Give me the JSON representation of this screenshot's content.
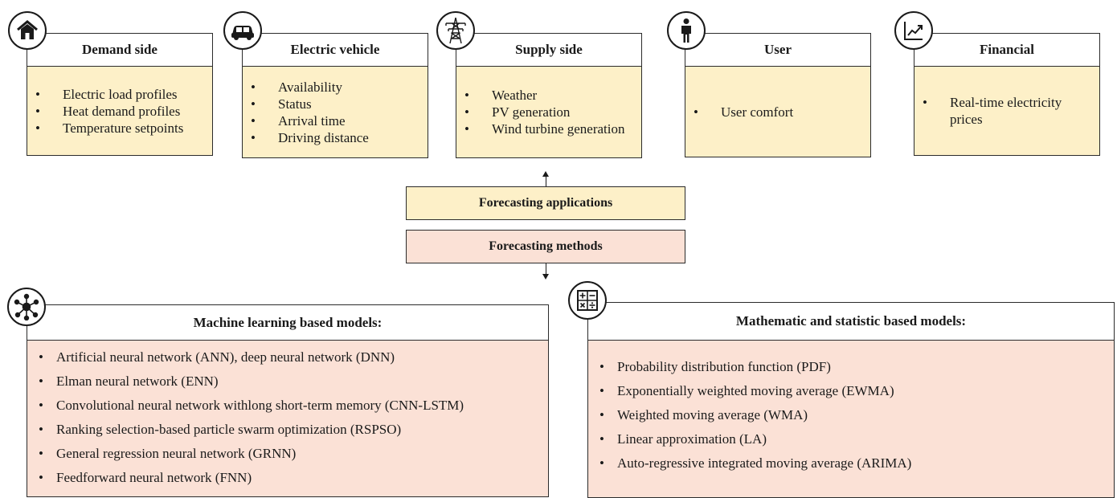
{
  "top_cards": [
    {
      "title": "Demand side",
      "icon": "house-icon",
      "items": [
        "Electric load profiles",
        "Heat demand profiles",
        "Temperature setpoints"
      ]
    },
    {
      "title": "Electric vehicle",
      "icon": "car-icon",
      "items": [
        "Availability",
        "Status",
        "Arrival time",
        "Driving distance"
      ]
    },
    {
      "title": "Supply side",
      "icon": "power-pylon-icon",
      "items": [
        "Weather",
        "PV generation",
        "Wind turbine generation"
      ]
    },
    {
      "title": "User",
      "icon": "person-icon",
      "items": [
        "User comfort"
      ]
    },
    {
      "title": "Financial",
      "icon": "trend-chart-icon",
      "items": [
        "Real-time electricity prices"
      ]
    }
  ],
  "middle": {
    "applications_label": "Forecasting applications",
    "methods_label": "Forecasting methods"
  },
  "bottom_cards": [
    {
      "title": "Machine learning based models:",
      "icon": "network-hub-icon",
      "items": [
        "Artificial neural network (ANN), deep neural network (DNN)",
        "Elman neural network (ENN)",
        "Convolutional neural network withlong short-term memory (CNN-LSTM)",
        "Ranking selection-based particle swarm optimization (RSPSO)",
        "General regression neural network (GRNN)",
        "Feedforward neural network (FNN)"
      ]
    },
    {
      "title": "Mathematic and statistic based models:",
      "icon": "calculator-icon",
      "items": [
        "Probability distribution function (PDF)",
        "Exponentially weighted moving average (EWMA)",
        "Weighted moving average (WMA)",
        "Linear approximation (LA)",
        "Auto-regressive integrated moving average (ARIMA)"
      ]
    }
  ],
  "colors": {
    "yellow": "#fdf0c8",
    "pink": "#fbe1d6",
    "border": "#2b2b2b"
  }
}
